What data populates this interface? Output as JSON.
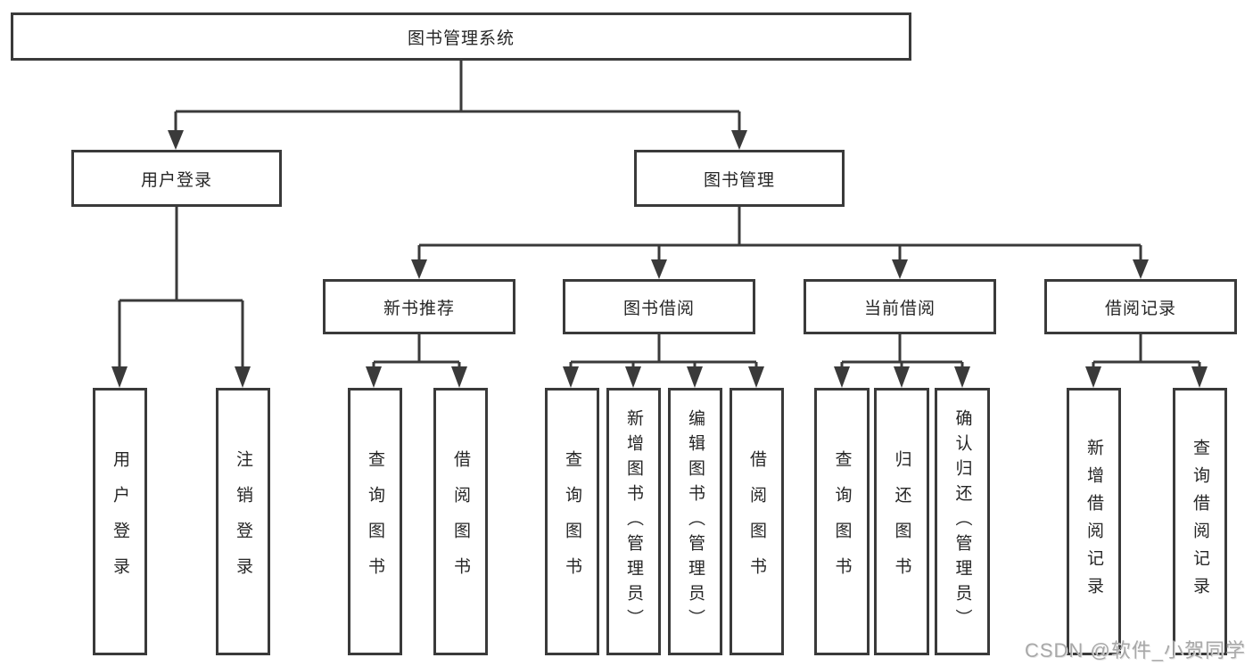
{
  "diagram": {
    "root": {
      "label": "图书管理系统"
    },
    "level2": [
      {
        "label": "用户登录"
      },
      {
        "label": "图书管理"
      }
    ],
    "level3": [
      {
        "label": "新书推荐",
        "parent": "图书管理"
      },
      {
        "label": "图书借阅",
        "parent": "图书管理"
      },
      {
        "label": "当前借阅",
        "parent": "图书管理"
      },
      {
        "label": "借阅记录",
        "parent": "图书管理"
      }
    ],
    "leaves": [
      {
        "label": "用户登录",
        "parent": "用户登录"
      },
      {
        "label": "注销登录",
        "parent": "用户登录"
      },
      {
        "label": "查询图书",
        "parent": "新书推荐"
      },
      {
        "label": "借阅图书",
        "parent": "新书推荐"
      },
      {
        "label": "查询图书",
        "parent": "图书借阅"
      },
      {
        "label": "新增图书（管理员）",
        "parent": "图书借阅"
      },
      {
        "label": "编辑图书（管理员）",
        "parent": "图书借阅"
      },
      {
        "label": "借阅图书",
        "parent": "图书借阅"
      },
      {
        "label": "查询图书",
        "parent": "当前借阅"
      },
      {
        "label": "归还图书",
        "parent": "当前借阅"
      },
      {
        "label": "确认归还（管理员）",
        "parent": "当前借阅"
      },
      {
        "label": "新增借阅记录",
        "parent": "借阅记录"
      },
      {
        "label": "查询借阅记录",
        "parent": "借阅记录"
      }
    ]
  },
  "watermark": "CSDN @软件_小贺同学",
  "colors": {
    "line": "#3a3a3a",
    "box_border": "#3a3a3a",
    "box_fill": "#ffffff",
    "text": "#262626",
    "watermark": "#a8a8a8",
    "background": "#ffffff"
  }
}
